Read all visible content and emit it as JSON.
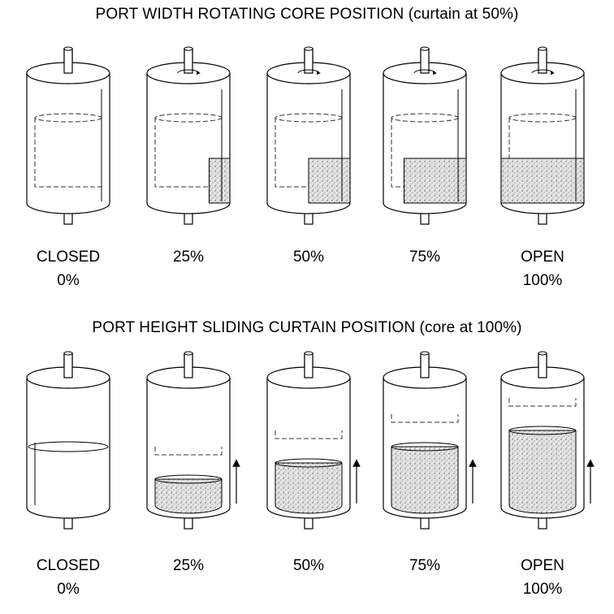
{
  "row1": {
    "title": "PORT WIDTH ROTATING CORE POSITION (curtain at 50%)",
    "items": [
      {
        "line1": "CLOSED",
        "line2": "0%",
        "open_fraction": 0
      },
      {
        "line1": "25%",
        "line2": "",
        "open_fraction": 0.25
      },
      {
        "line1": "50%",
        "line2": "",
        "open_fraction": 0.5
      },
      {
        "line1": "75%",
        "line2": "",
        "open_fraction": 0.75
      },
      {
        "line1": "OPEN",
        "line2": "100%",
        "open_fraction": 1
      }
    ]
  },
  "row2": {
    "title": "PORT HEIGHT SLIDING CURTAIN POSITION (core at 100%)",
    "items": [
      {
        "line1": "CLOSED",
        "line2": "0%",
        "open_fraction": 0
      },
      {
        "line1": "25%",
        "line2": "",
        "open_fraction": 0.25
      },
      {
        "line1": "50%",
        "line2": "",
        "open_fraction": 0.5
      },
      {
        "line1": "75%",
        "line2": "",
        "open_fraction": 0.75
      },
      {
        "line1": "OPEN",
        "line2": "100%",
        "open_fraction": 1
      }
    ]
  },
  "colors": {
    "line": "#000000",
    "dash": "#333333",
    "fill": "#d8d8d8"
  }
}
